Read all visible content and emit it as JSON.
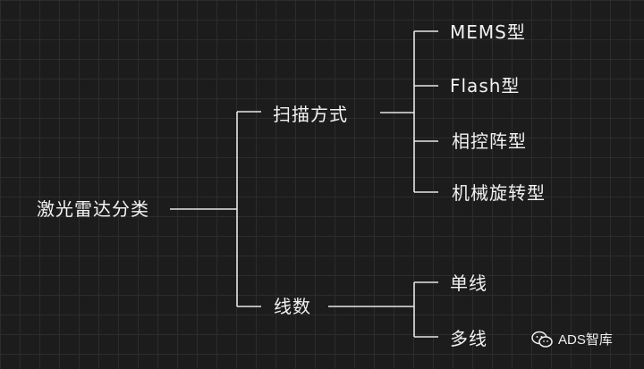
{
  "diagram": {
    "root": "激光雷达分类",
    "branches": [
      {
        "label": "扫描方式",
        "children": [
          "MEMS型",
          "Flash型",
          "相控阵型",
          "机械旋转型"
        ]
      },
      {
        "label": "线数",
        "children": [
          "单线",
          "多线"
        ]
      }
    ]
  },
  "watermark": {
    "text": "ADS智库",
    "icon": "wechat-icon"
  },
  "colors": {
    "background": "#1c1c1c",
    "grid": "#2c2c2c",
    "line": "#e6e6e6",
    "text": "#f2f2f2"
  }
}
